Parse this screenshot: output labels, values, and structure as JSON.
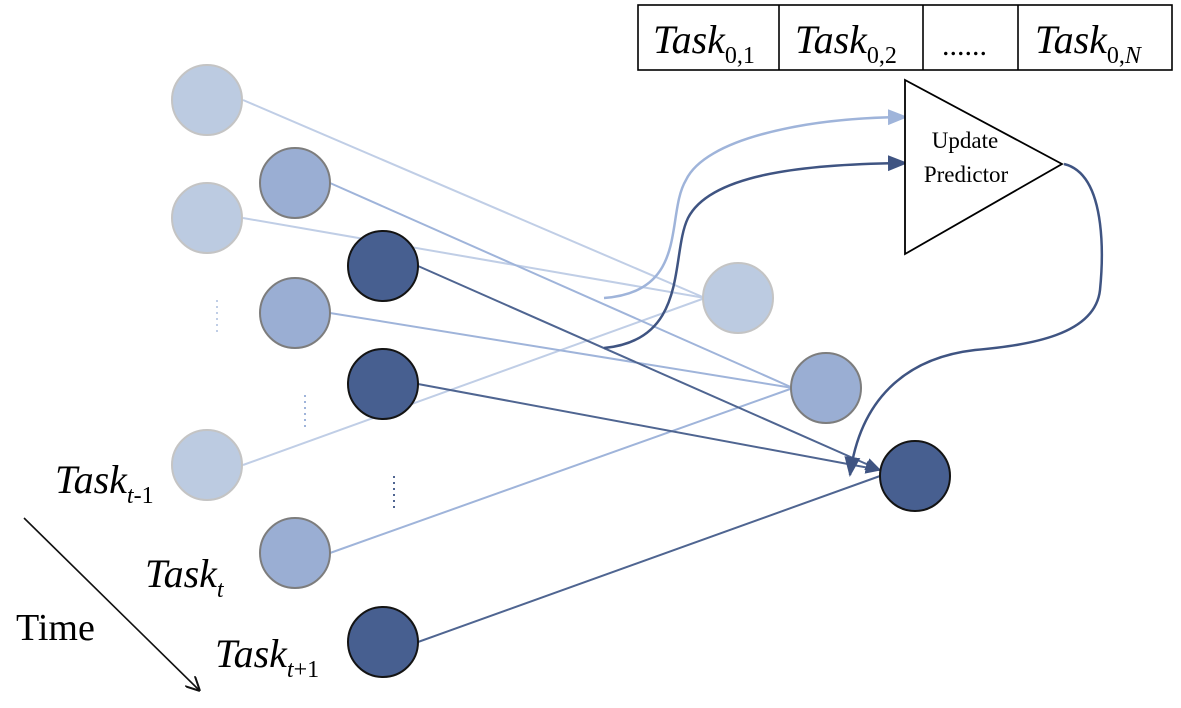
{
  "colors": {
    "light": "#bccbe1",
    "light_stroke": "#c4c4c4",
    "mid": "#9aaed3",
    "mid_stroke": "#7d7d7d",
    "dark": "#475f90",
    "dark_stroke": "#141414",
    "line_light": "#c0cee6",
    "line_mid": "#9fb4da",
    "line_dark": "#4f6591",
    "text": "#000000"
  },
  "task_table": {
    "cells": [
      {
        "base": "Task",
        "sub": "0,1",
        "sub_italic": false
      },
      {
        "base": "Task",
        "sub": "0,2",
        "sub_italic": false
      },
      {
        "text": "......"
      },
      {
        "base": "Task",
        "sub": "0,",
        "sub_tail": "N",
        "sub_italic": false
      }
    ]
  },
  "predictor": {
    "line1": "Update",
    "line2": "Predictor"
  },
  "task_labels": {
    "t_minus_1": {
      "base": "Task",
      "sub_var": "t",
      "sub_rest": "-1"
    },
    "t": {
      "base": "Task",
      "sub_var": "t",
      "sub_rest": ""
    },
    "t_plus_1": {
      "base": "Task",
      "sub_var": "t",
      "sub_rest": "+1"
    }
  },
  "time_label": "Time",
  "node_groups": {
    "task_t_minus_1": {
      "shade": "light",
      "count": 3,
      "ellipsis": true
    },
    "task_t": {
      "shade": "mid",
      "count": 3,
      "ellipsis": true
    },
    "task_t_plus_1": {
      "shade": "dark",
      "count": 3,
      "ellipsis": true
    },
    "targets": [
      {
        "shade": "light",
        "receives_from": "task_t_minus_1"
      },
      {
        "shade": "mid",
        "receives_from": "task_t"
      },
      {
        "shade": "dark",
        "receives_from": "task_t_plus_1"
      }
    ]
  }
}
